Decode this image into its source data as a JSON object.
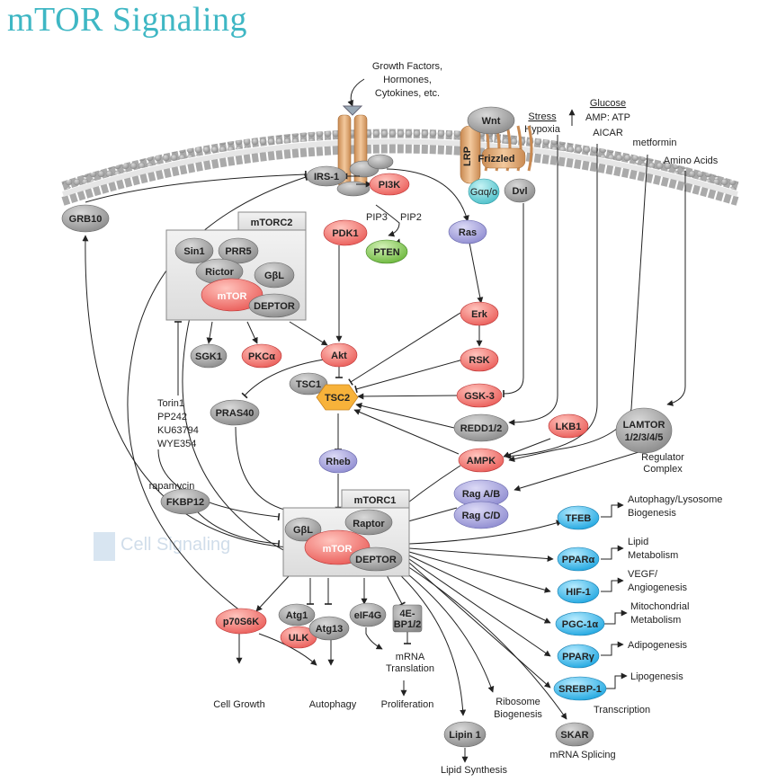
{
  "title": "mTOR Signaling",
  "watermark": "Cell Signaling",
  "inputs": {
    "growth_factors": [
      "Growth Factors,",
      "Hormones,",
      "Cytokines, etc."
    ],
    "stress": "Stress",
    "hypoxia": "Hypoxia",
    "glucose": "Glucose",
    "amp_atp": "AMP: ATP",
    "aicar": "AICAR",
    "metformin": "metformin",
    "amino_acids": "Amino Acids"
  },
  "complexes": {
    "mtorc2": "mTORC2",
    "mtorc1": "mTORC1"
  },
  "nodes": {
    "grb10": "GRB10",
    "irs1": "IRS-1",
    "pi3k": "PI3K",
    "pdk1": "PDK1",
    "pten": "PTEN",
    "pip3": "PIP3",
    "pip2": "PIP2",
    "wnt": "Wnt",
    "lrp": "LRP",
    "frizzled": "Frizzled",
    "galpha": "Gαq/o",
    "dvl": "Dvl",
    "ras": "Ras",
    "erk": "Erk",
    "rsk": "RSK",
    "gsk3": "GSK-3",
    "redd": "REDD1/2",
    "lkb1": "LKB1",
    "ampk": "AMPK",
    "lamtor": [
      "LAMTOR",
      "1/2/3/4/5"
    ],
    "ragab": "Rag A/B",
    "ragcd": "Rag C/D",
    "sin1": "Sin1",
    "prr5": "PRR5",
    "rictor": "Rictor",
    "gbl2": "GβL",
    "mtor2": "mTOR",
    "deptor2": "DEPTOR",
    "sgk1": "SGK1",
    "pkca": "PKCα",
    "akt": "Akt",
    "tsc1": "TSC1",
    "tsc2": "TSC2",
    "pras40": "PRAS40",
    "rheb": "Rheb",
    "fkbp12": "FKBP12",
    "gbl1": "GβL",
    "raptor": "Raptor",
    "mtor1": "mTOR",
    "deptor1": "DEPTOR",
    "p70s6k": "p70S6K",
    "atg1": "Atg1",
    "ulk": "ULK",
    "atg13": "Atg13",
    "eif4g": "eIF4G",
    "bp1": [
      "4E-",
      "BP1/2"
    ],
    "lipin1": "Lipin 1",
    "skar": "SKAR",
    "tfeb": "TFEB",
    "ppara": "PPARα",
    "hif1": "HIF-1",
    "pgc1a": "PGC-1α",
    "pparg": "PPARγ",
    "srebp1": "SREBP-1"
  },
  "inhibitors": {
    "rapamycin": "rapamycin",
    "torin_list": [
      "Torin1",
      "PP242",
      "KU63794",
      "WYE354"
    ]
  },
  "outcomes": {
    "regulator_complex": [
      "Regulator",
      "Complex"
    ],
    "autophagy_lysosome": [
      "Autophagy/Lysosome",
      "Biogenesis"
    ],
    "lipid_metabolism": [
      "Lipid",
      "Metabolism"
    ],
    "vegf": [
      "VEGF/",
      "Angiogenesis"
    ],
    "mito": [
      "Mitochondrial",
      "Metabolism"
    ],
    "adipogenesis": "Adipogenesis",
    "lipogenesis": "Lipogenesis",
    "transcription": "Transcription",
    "cell_growth": "Cell Growth",
    "autophagy": "Autophagy",
    "mrna_translation": [
      "mRNA",
      "Translation"
    ],
    "proliferation": "Proliferation",
    "ribosome": [
      "Ribosome",
      "Biogenesis"
    ],
    "lipid_synthesis": "Lipid Synthesis",
    "mrna_splicing": "mRNA Splicing"
  },
  "colors": {
    "title": "#3fb7c4",
    "red_node": "#f0736f",
    "grey_node": "#9a9a9a",
    "purple_node": "#9c9ad6",
    "blue_node": "#3bb5e8",
    "green_node": "#7cc24a",
    "tsc2": "#f7b23a",
    "receptor": "#e8b07c",
    "complex_box": "#e6e6e6"
  }
}
